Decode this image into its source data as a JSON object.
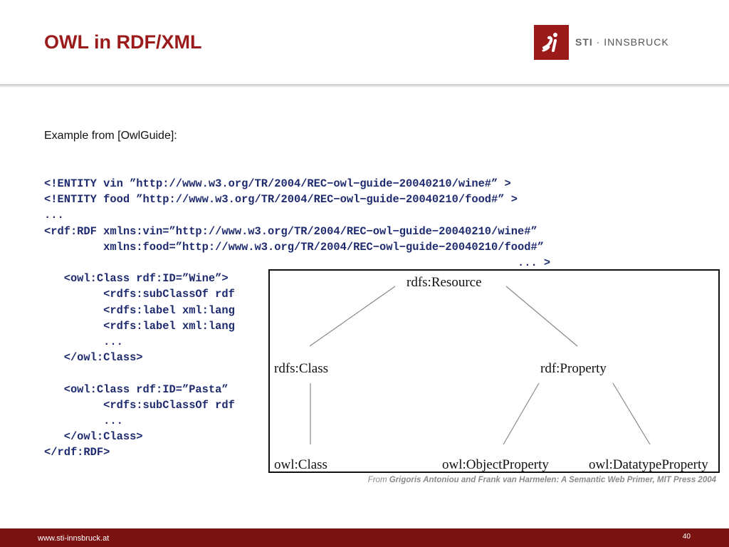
{
  "title": "OWL in RDF/XML",
  "logo": {
    "mark": "ſi",
    "brand": "STI",
    "separator": " · ",
    "org": "INNSBRUCK",
    "color": "#9b1b1b"
  },
  "intro": "Example from [OwlGuide]:",
  "code_lines": [
    "<!ENTITY vin ”http://www.w3.org/TR/2004/REC−owl−guide−20040210/wine#” >",
    "<!ENTITY food ”http://www.w3.org/TR/2004/REC−owl−guide−20040210/food#” >",
    "...",
    "<rdf:RDF xmlns:vin=”http://www.w3.org/TR/2004/REC−owl−guide−20040210/wine#”",
    "         xmlns:food=”http://www.w3.org/TR/2004/REC−owl−guide−20040210/food#”",
    "                                                                        ... >",
    "   <owl:Class rdf:ID=”Wine”>",
    "         <rdfs:subClassOf rdf",
    "         <rdfs:label xml:lang",
    "         <rdfs:label xml:lang",
    "         ...",
    "   </owl:Class>",
    "",
    "   <owl:Class rdf:ID=”Pasta”",
    "         <rdfs:subClassOf rdf",
    "         ...",
    "   </owl:Class>",
    "</rdf:RDF>"
  ],
  "diagram": {
    "nodes": {
      "resource": "rdfs:Resource",
      "class": "rdfs:Class",
      "property": "rdf:Property",
      "owl_class": "owl:Class",
      "object_property": "owl:ObjectProperty",
      "datatype_property": "owl:DatatypeProperty"
    }
  },
  "caption": {
    "prefix": "From ",
    "source": "Grigoris Antoniou and Frank van Harmelen: A Semantic Web Primer, MIT Press 2004"
  },
  "footer": {
    "url": "www.sti-innsbruck.at",
    "page_number": "40",
    "color": "#7a1212"
  },
  "colors": {
    "title": "#9b1b1b",
    "code": "#1d2a6e"
  }
}
